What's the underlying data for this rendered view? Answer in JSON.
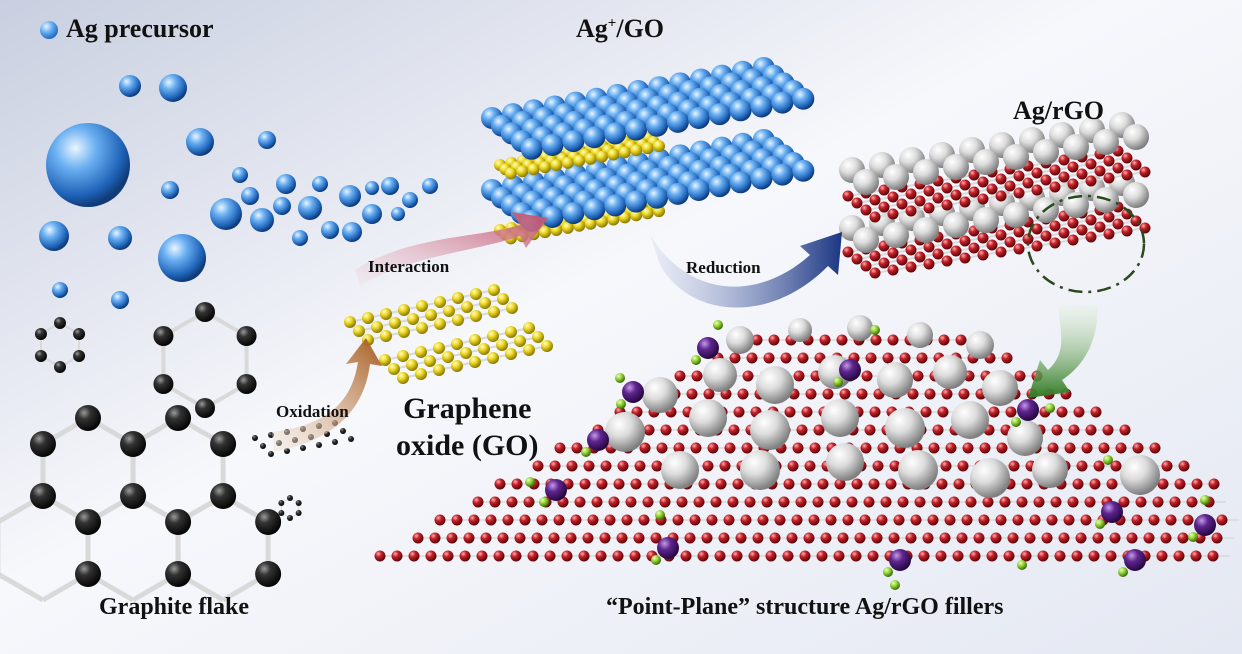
{
  "legend": {
    "ag_precursor": "Ag precursor",
    "icon": "blue-sphere-icon"
  },
  "labels": {
    "ag_go_base": "Ag",
    "ag_go_sup": "+",
    "ag_go_rest": "/GO",
    "ag_rgo": "Ag/rGO",
    "interaction": "Interaction",
    "reduction": "Reduction",
    "oxidation": "Oxidation",
    "graphene_oxide_line1": "Graphene",
    "graphene_oxide_line2": "oxide (GO)",
    "graphite_flake": "Graphite flake",
    "point_plane": "“Point-Plane” structure Ag/rGO fillers"
  },
  "colors": {
    "ag_sphere": "#3f86dc",
    "go_yellow": "#e8d21a",
    "carbon": "#1c1c1c",
    "rgo_red": "#b3191f",
    "silver": "#d9d9d9",
    "oxygen_purple": "#5a1f86",
    "hydrogen_green": "#8ccf2e",
    "arrow_interaction": "#c96a80",
    "arrow_reduction": "#1f3c86",
    "arrow_oxidation": "#b8702c",
    "arrow_down": "#3d8a2a"
  }
}
